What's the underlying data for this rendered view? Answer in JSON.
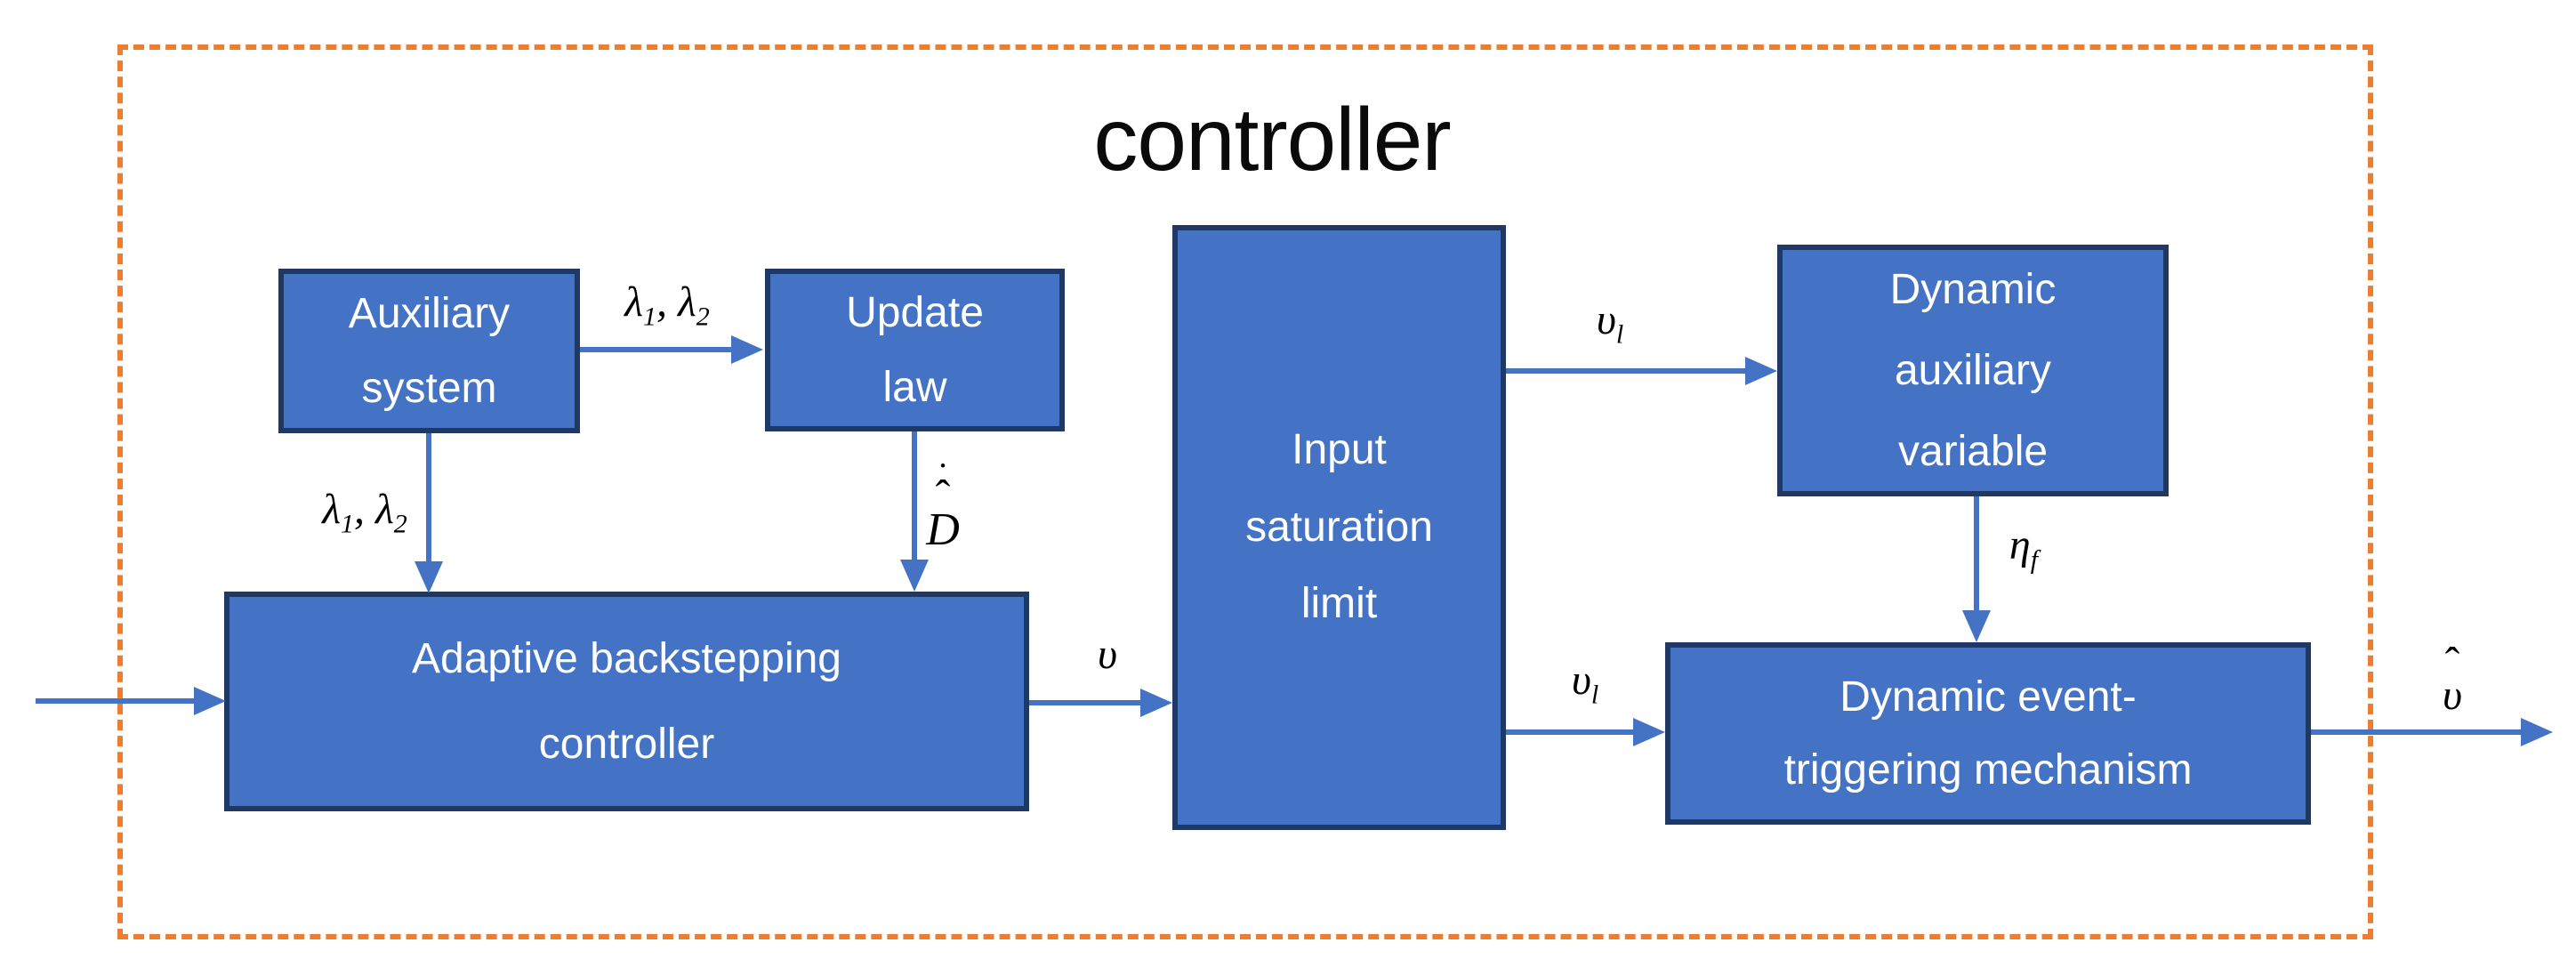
{
  "title": "controller",
  "colors": {
    "box_fill": "#4472C4",
    "box_border": "#1F3864",
    "arrow": "#4472C4",
    "frame_dashed": "#ED7D31",
    "box_text": "#FFFFFF",
    "title_text": "#000000"
  },
  "boxes": {
    "auxiliary_system": {
      "lines": [
        "Auxiliary",
        "system"
      ]
    },
    "update_law": {
      "lines": [
        "Update",
        "law"
      ]
    },
    "adaptive_backstepping": {
      "lines": [
        "Adaptive backstepping",
        "controller"
      ]
    },
    "input_saturation": {
      "lines": [
        "Input",
        "saturation",
        "limit"
      ]
    },
    "dynamic_auxiliary": {
      "lines": [
        "Dynamic",
        "auxiliary",
        "variable"
      ]
    },
    "event_triggering": {
      "lines": [
        "Dynamic event-",
        "triggering mechanism"
      ]
    }
  },
  "labels": {
    "lambda_pair": {
      "base1": "λ",
      "sub1": "1",
      "base2": ", λ",
      "sub2": "2"
    },
    "d_hat_dot": {
      "dot": "˙",
      "hat": "ˆ",
      "base": "D"
    },
    "upsilon": {
      "base": "υ"
    },
    "upsilon_l": {
      "base": "υ",
      "sub": "l"
    },
    "eta_f": {
      "base": "η",
      "sub": "f"
    },
    "upsilon_hat": {
      "hat": "ˆ",
      "base": "υ"
    }
  }
}
